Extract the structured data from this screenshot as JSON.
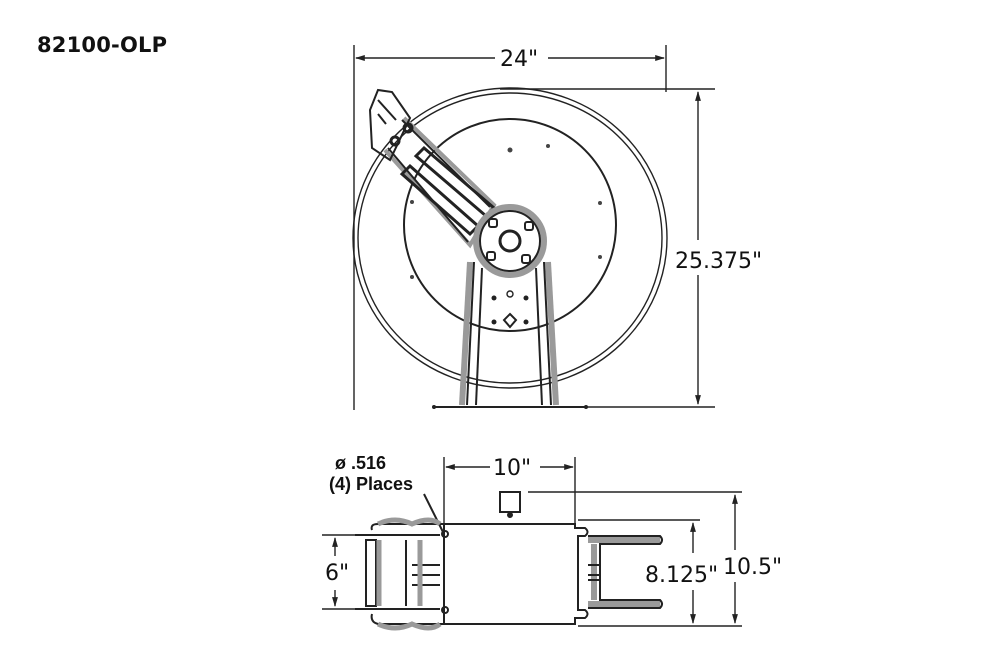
{
  "title": "82100-OLP",
  "front_view": {
    "width_label": "24\"",
    "height_label": "25.375\""
  },
  "top_view": {
    "hole_note_line1": "ø .516",
    "hole_note_line2": "(4) Places",
    "base_width_label": "10\"",
    "base_depth_label": "6\"",
    "drum_width_label": "8.125\"",
    "overall_width_label": "10.5\""
  },
  "colors": {
    "line": "#222222",
    "shade": "#9a9a9a",
    "background": "#ffffff"
  }
}
